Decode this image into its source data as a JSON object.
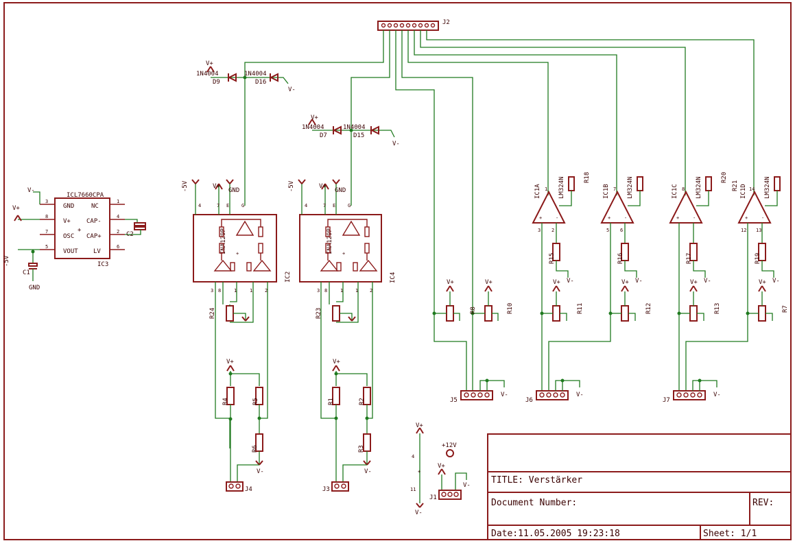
{
  "title_block": {
    "title": "TITLE:  Verstärker",
    "doc_number": "Document Number:",
    "rev": "REV:",
    "date": "Date:11.05.2005  19:23:18",
    "sheet": "Sheet: 1/1"
  },
  "connectors": {
    "j1": "J1",
    "j2": "J2",
    "j3": "J3",
    "j4": "J4",
    "j5": "J5",
    "j6": "J6",
    "j7": "J7"
  },
  "ics": {
    "ic2": {
      "ref": "IC2",
      "name": "INA129P"
    },
    "ic3": {
      "ref": "IC3",
      "name": "ICL7660CPA"
    },
    "ic4": {
      "ref": "IC4",
      "name": "INA129P"
    },
    "ic1a": {
      "ref": "IC1A",
      "name": "LM324N"
    },
    "ic1b": {
      "ref": "IC1B",
      "name": "LM324N"
    },
    "ic1c": {
      "ref": "IC1C",
      "name": "LM324N"
    },
    "ic1d": {
      "ref": "IC1D",
      "name": "LM324N"
    }
  },
  "ic3_pins": {
    "gnd": "GND",
    "nc": "NC",
    "vplus": "V+",
    "capm": "CAP-",
    "osc": "OSC",
    "capp": "CAP+",
    "vout": "VOUT",
    "lv": "LV"
  },
  "diodes": {
    "d9": "D9",
    "d16": "D16",
    "d7": "D7",
    "d15": "D15",
    "part": "1N4004"
  },
  "caps": {
    "c1": "C1",
    "c2": "C2"
  },
  "resistors": {
    "r1": "R1",
    "r2": "R2",
    "r3": "R3",
    "r4": "R4",
    "r5": "R5",
    "r6": "R6",
    "r7": "R7",
    "r8": "R8",
    "r10": "R10",
    "r11": "R11",
    "r12": "R12",
    "r13": "R13",
    "r15": "R15",
    "r16": "R16",
    "r17": "R17",
    "r18": "R18",
    "r19": "R19",
    "r20": "R20",
    "r21": "R21",
    "r23": "R23",
    "r24": "R24"
  },
  "supplies": {
    "vplus": "V+",
    "vminus": "V-",
    "gnd": "GND",
    "m5v": "-5V",
    "p12v": "+12V"
  },
  "pin_numbers": {
    "p1": "1",
    "p2": "2",
    "p3": "3",
    "p4": "4",
    "p5": "5",
    "p6": "6",
    "p7": "7",
    "p8": "8",
    "p11": "11",
    "p12": "12",
    "p13": "13",
    "p14": "14",
    "pg": "G",
    "pe": "E"
  }
}
